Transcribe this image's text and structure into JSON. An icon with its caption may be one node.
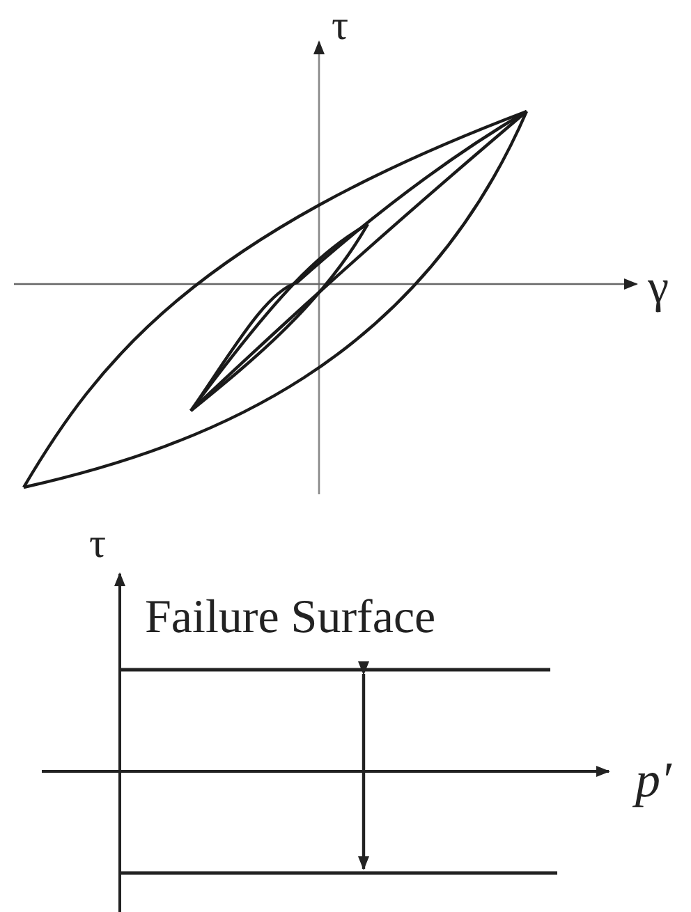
{
  "diagram": {
    "labels": [
      "τ",
      "γ",
      "τ",
      "Failure Surface",
      "p′"
    ]
  }
}
